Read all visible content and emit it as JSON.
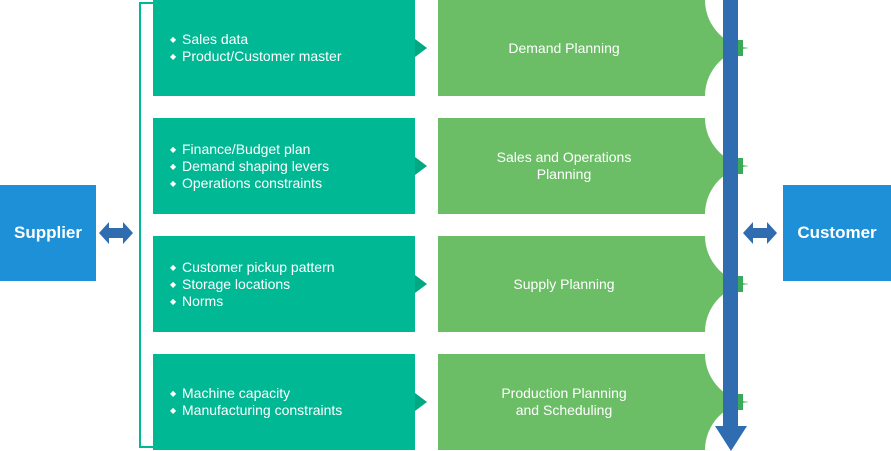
{
  "colors": {
    "teal": "#00b894",
    "green": "#6bbd66",
    "blue": "#2f6db0",
    "side_blue": "#1e90d8",
    "connector_green": "#3aa95a",
    "triangle": "#00a884"
  },
  "supplier": {
    "label": "Supplier"
  },
  "customer": {
    "label": "Customer"
  },
  "rows": [
    {
      "inputs": [
        "Sales data",
        "Product/Customer master"
      ],
      "stage": "Demand Planning"
    },
    {
      "inputs": [
        "Finance/Budget plan",
        "Demand shaping levers",
        "Operations constraints"
      ],
      "stage": "Sales and Operations\nPlanning"
    },
    {
      "inputs": [
        "Customer pickup pattern",
        "Storage locations",
        "Norms"
      ],
      "stage": "Supply Planning"
    },
    {
      "inputs": [
        "Machine capacity",
        "Manufacturing constraints"
      ],
      "stage": "Production Planning\nand Scheduling"
    }
  ]
}
